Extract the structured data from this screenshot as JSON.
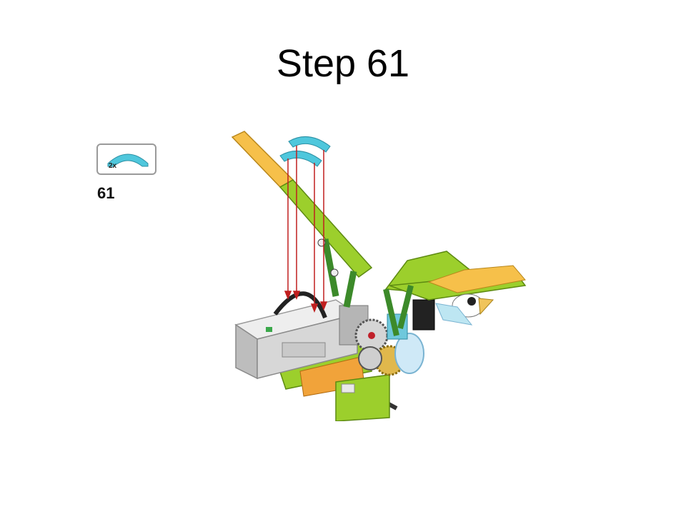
{
  "page": {
    "title": "Step 61",
    "parts_callout": {
      "quantity": "2x",
      "part_icon": "curved-slope-brick-icon",
      "part_color": "#4fc7dc"
    },
    "step_number": "61",
    "illustration": {
      "icon": "lego-bird-model-icon",
      "arrow_color": "#c01f1f"
    }
  }
}
